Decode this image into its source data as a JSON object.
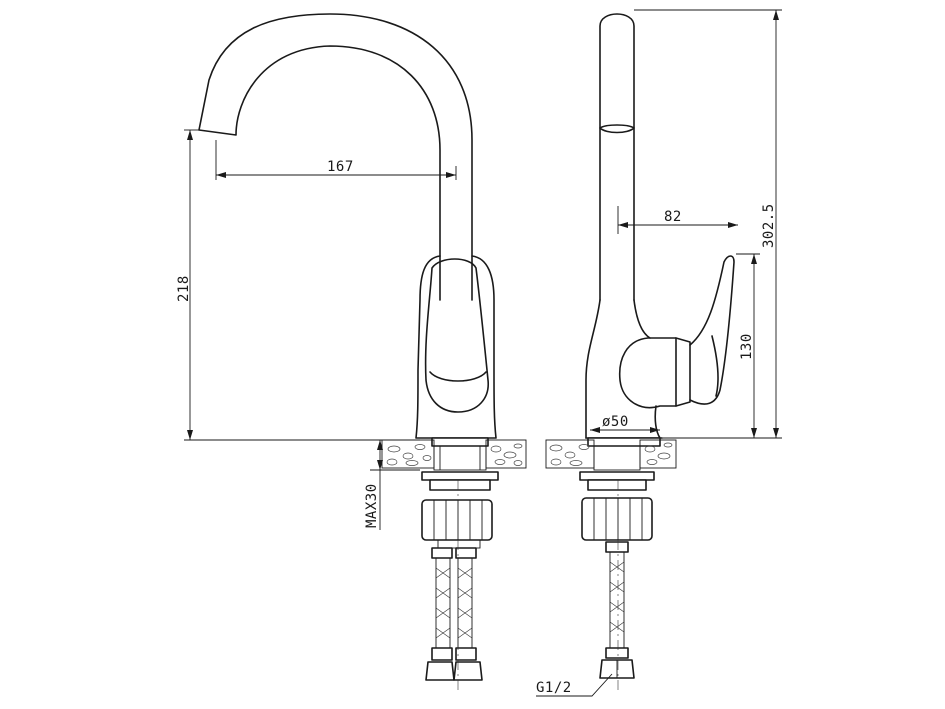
{
  "dimensions": {
    "spout_reach": "167",
    "height_total": "218",
    "max_counter": "MAX30",
    "lever_reach": "82",
    "overall_height": "302.5",
    "lever_height": "130",
    "base_diameter": "ø50",
    "thread": "G1/2"
  }
}
